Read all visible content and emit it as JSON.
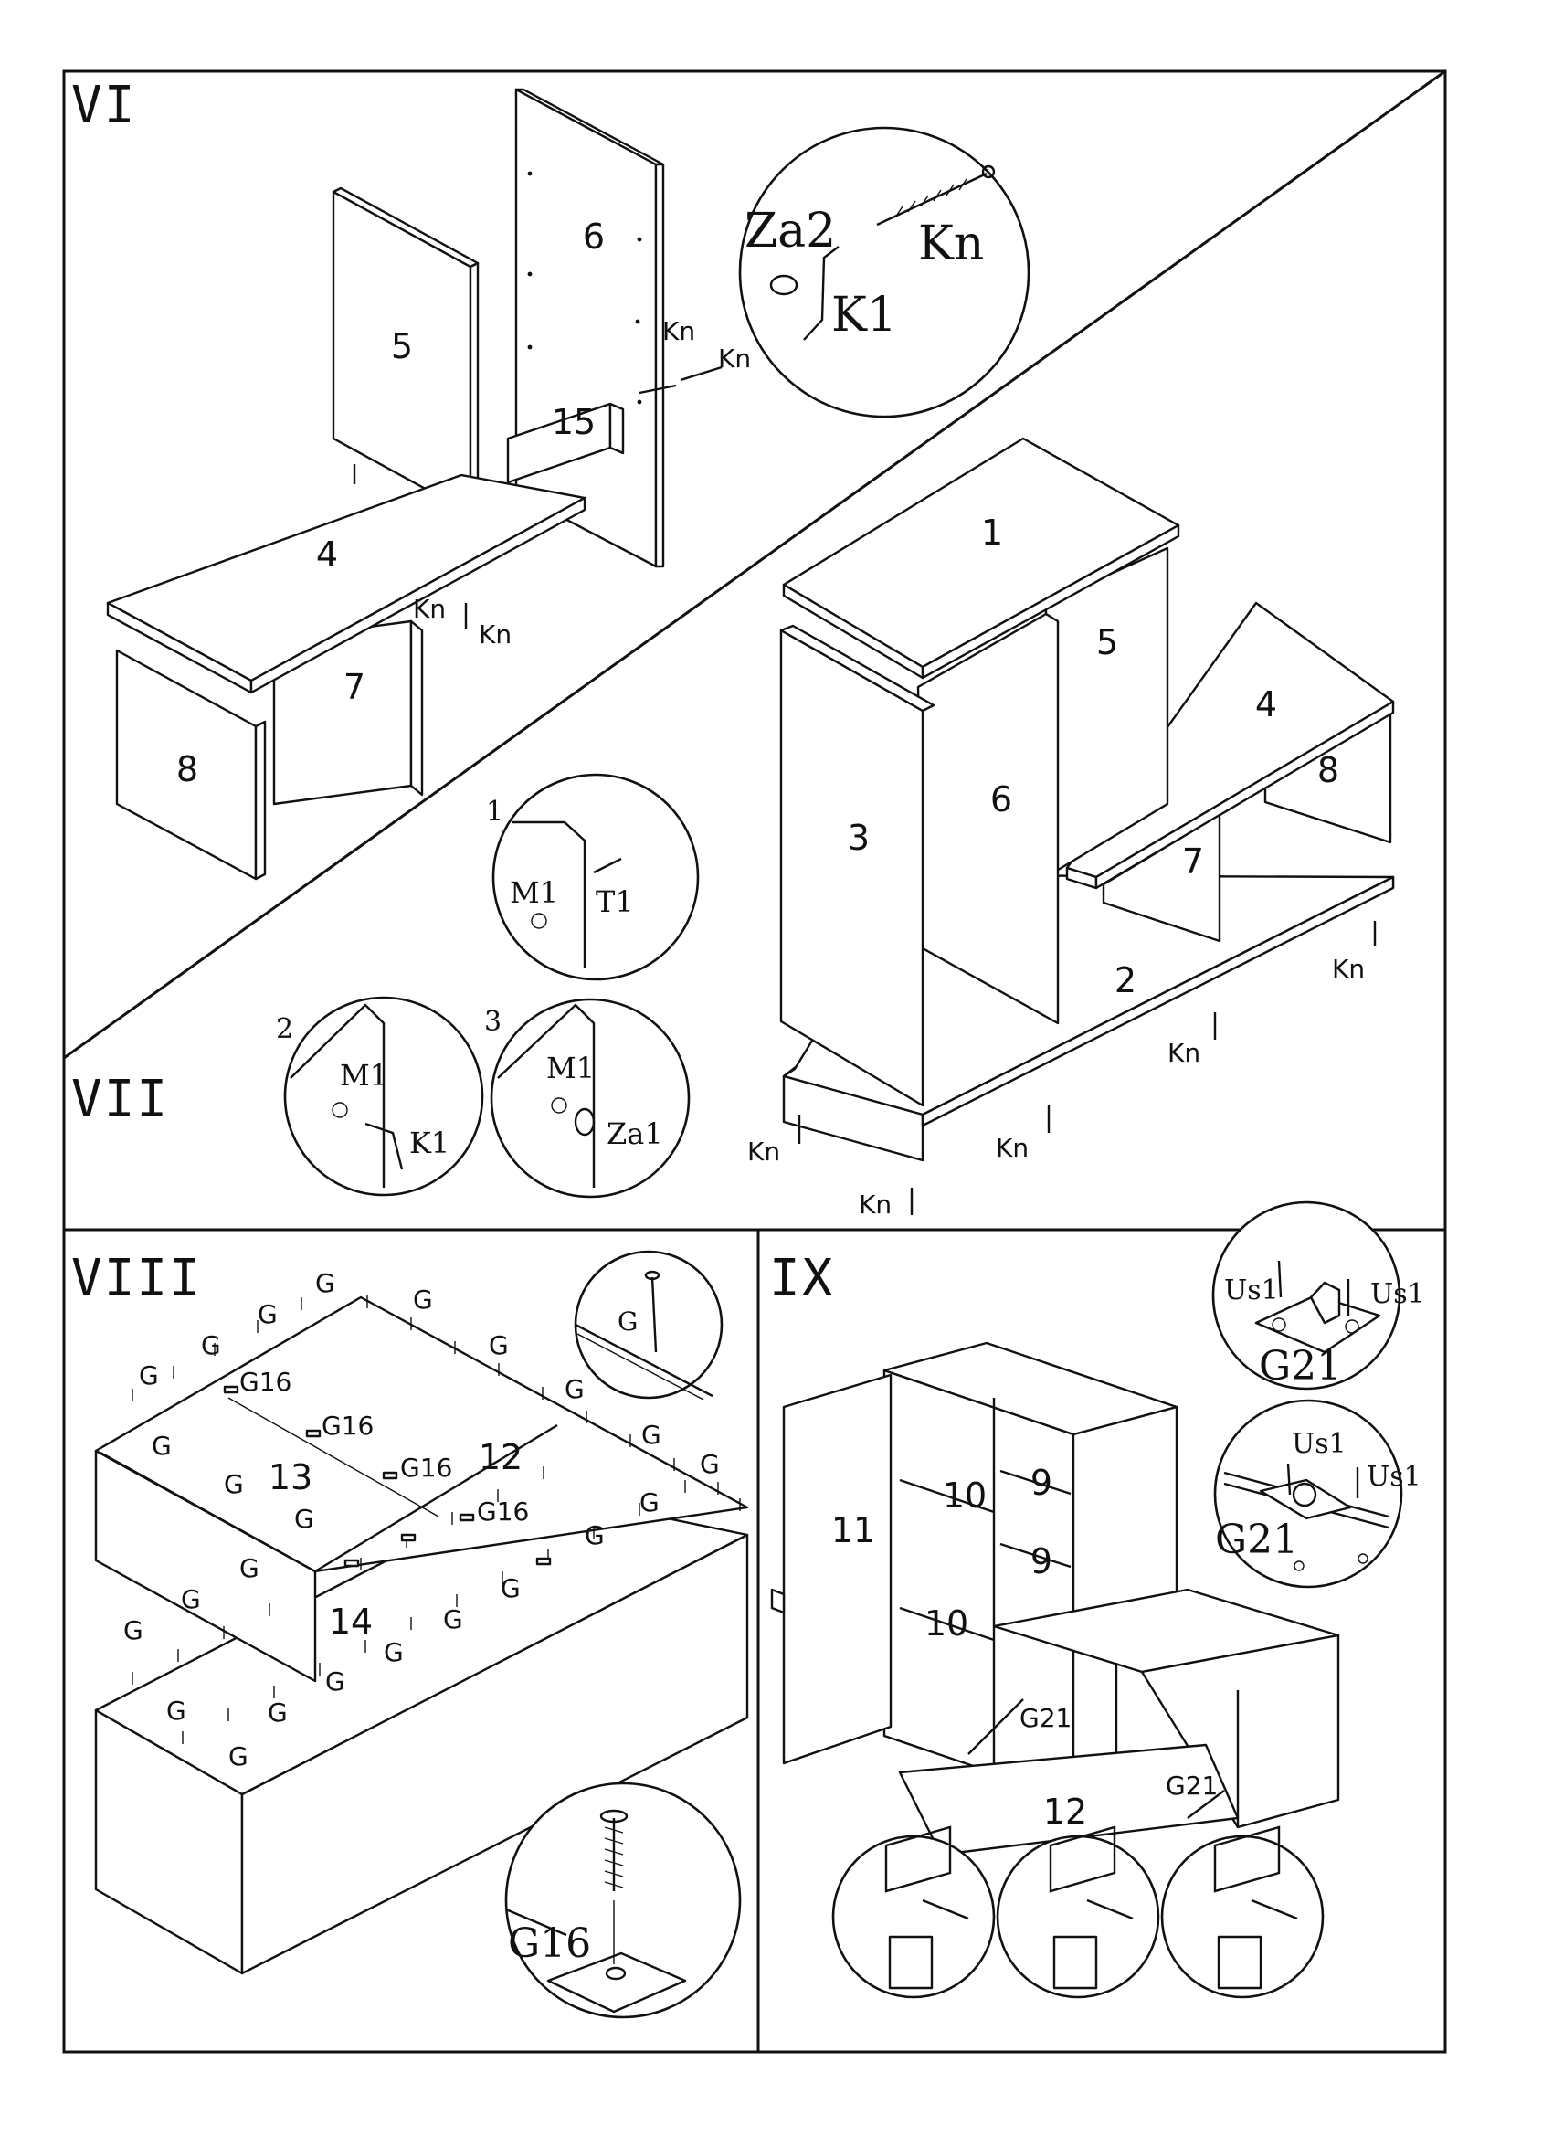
{
  "sections": {
    "vi": {
      "title": "VI"
    },
    "vii": {
      "title": "VII"
    },
    "viii": {
      "title": "VIII"
    },
    "ix": {
      "title": "IX"
    }
  },
  "vi": {
    "panels": {
      "p5": "5",
      "p6": "6",
      "p15": "15",
      "p4": "4",
      "p7": "7",
      "p8": "8"
    },
    "fasteners": {
      "kn_a": "Kn",
      "kn_b": "Kn",
      "kn_c": "Kn",
      "kn_d": "Kn"
    },
    "detail": {
      "za2": "Za2",
      "kn": "Kn",
      "k1": "K1"
    }
  },
  "vii": {
    "steps": [
      {
        "num": "1",
        "a": "M1",
        "b": "T1"
      },
      {
        "num": "2",
        "a": "M1",
        "b": "K1"
      },
      {
        "num": "3",
        "a": "M1",
        "b": "Za1"
      }
    ],
    "panels": {
      "p1": "1",
      "p3": "3",
      "p5": "5",
      "p6": "6",
      "p4": "4",
      "p8": "8",
      "p7": "7",
      "p2": "2"
    },
    "fasteners": {
      "kn1": "Kn",
      "kn2": "Kn",
      "kn3": "Kn",
      "kn4": "Kn",
      "kn5": "Kn"
    }
  },
  "viii": {
    "panels": {
      "p13": "13",
      "p12": "12",
      "p14": "14"
    },
    "g": "G",
    "g16": "G16",
    "detail_g": "G",
    "detail_g16": "G16"
  },
  "ix": {
    "panels": {
      "p11": "11",
      "p10a": "10",
      "p9a": "9",
      "p9b": "9",
      "p10b": "10",
      "p12": "12"
    },
    "g21a": "G21",
    "g21b": "G21",
    "detail_top": {
      "us1_l": "Us1",
      "us1_r": "Us1",
      "g21": "G21"
    },
    "detail_mid": {
      "us1_l": "Us1",
      "us1_r": "Us1",
      "g21": "G21"
    }
  }
}
